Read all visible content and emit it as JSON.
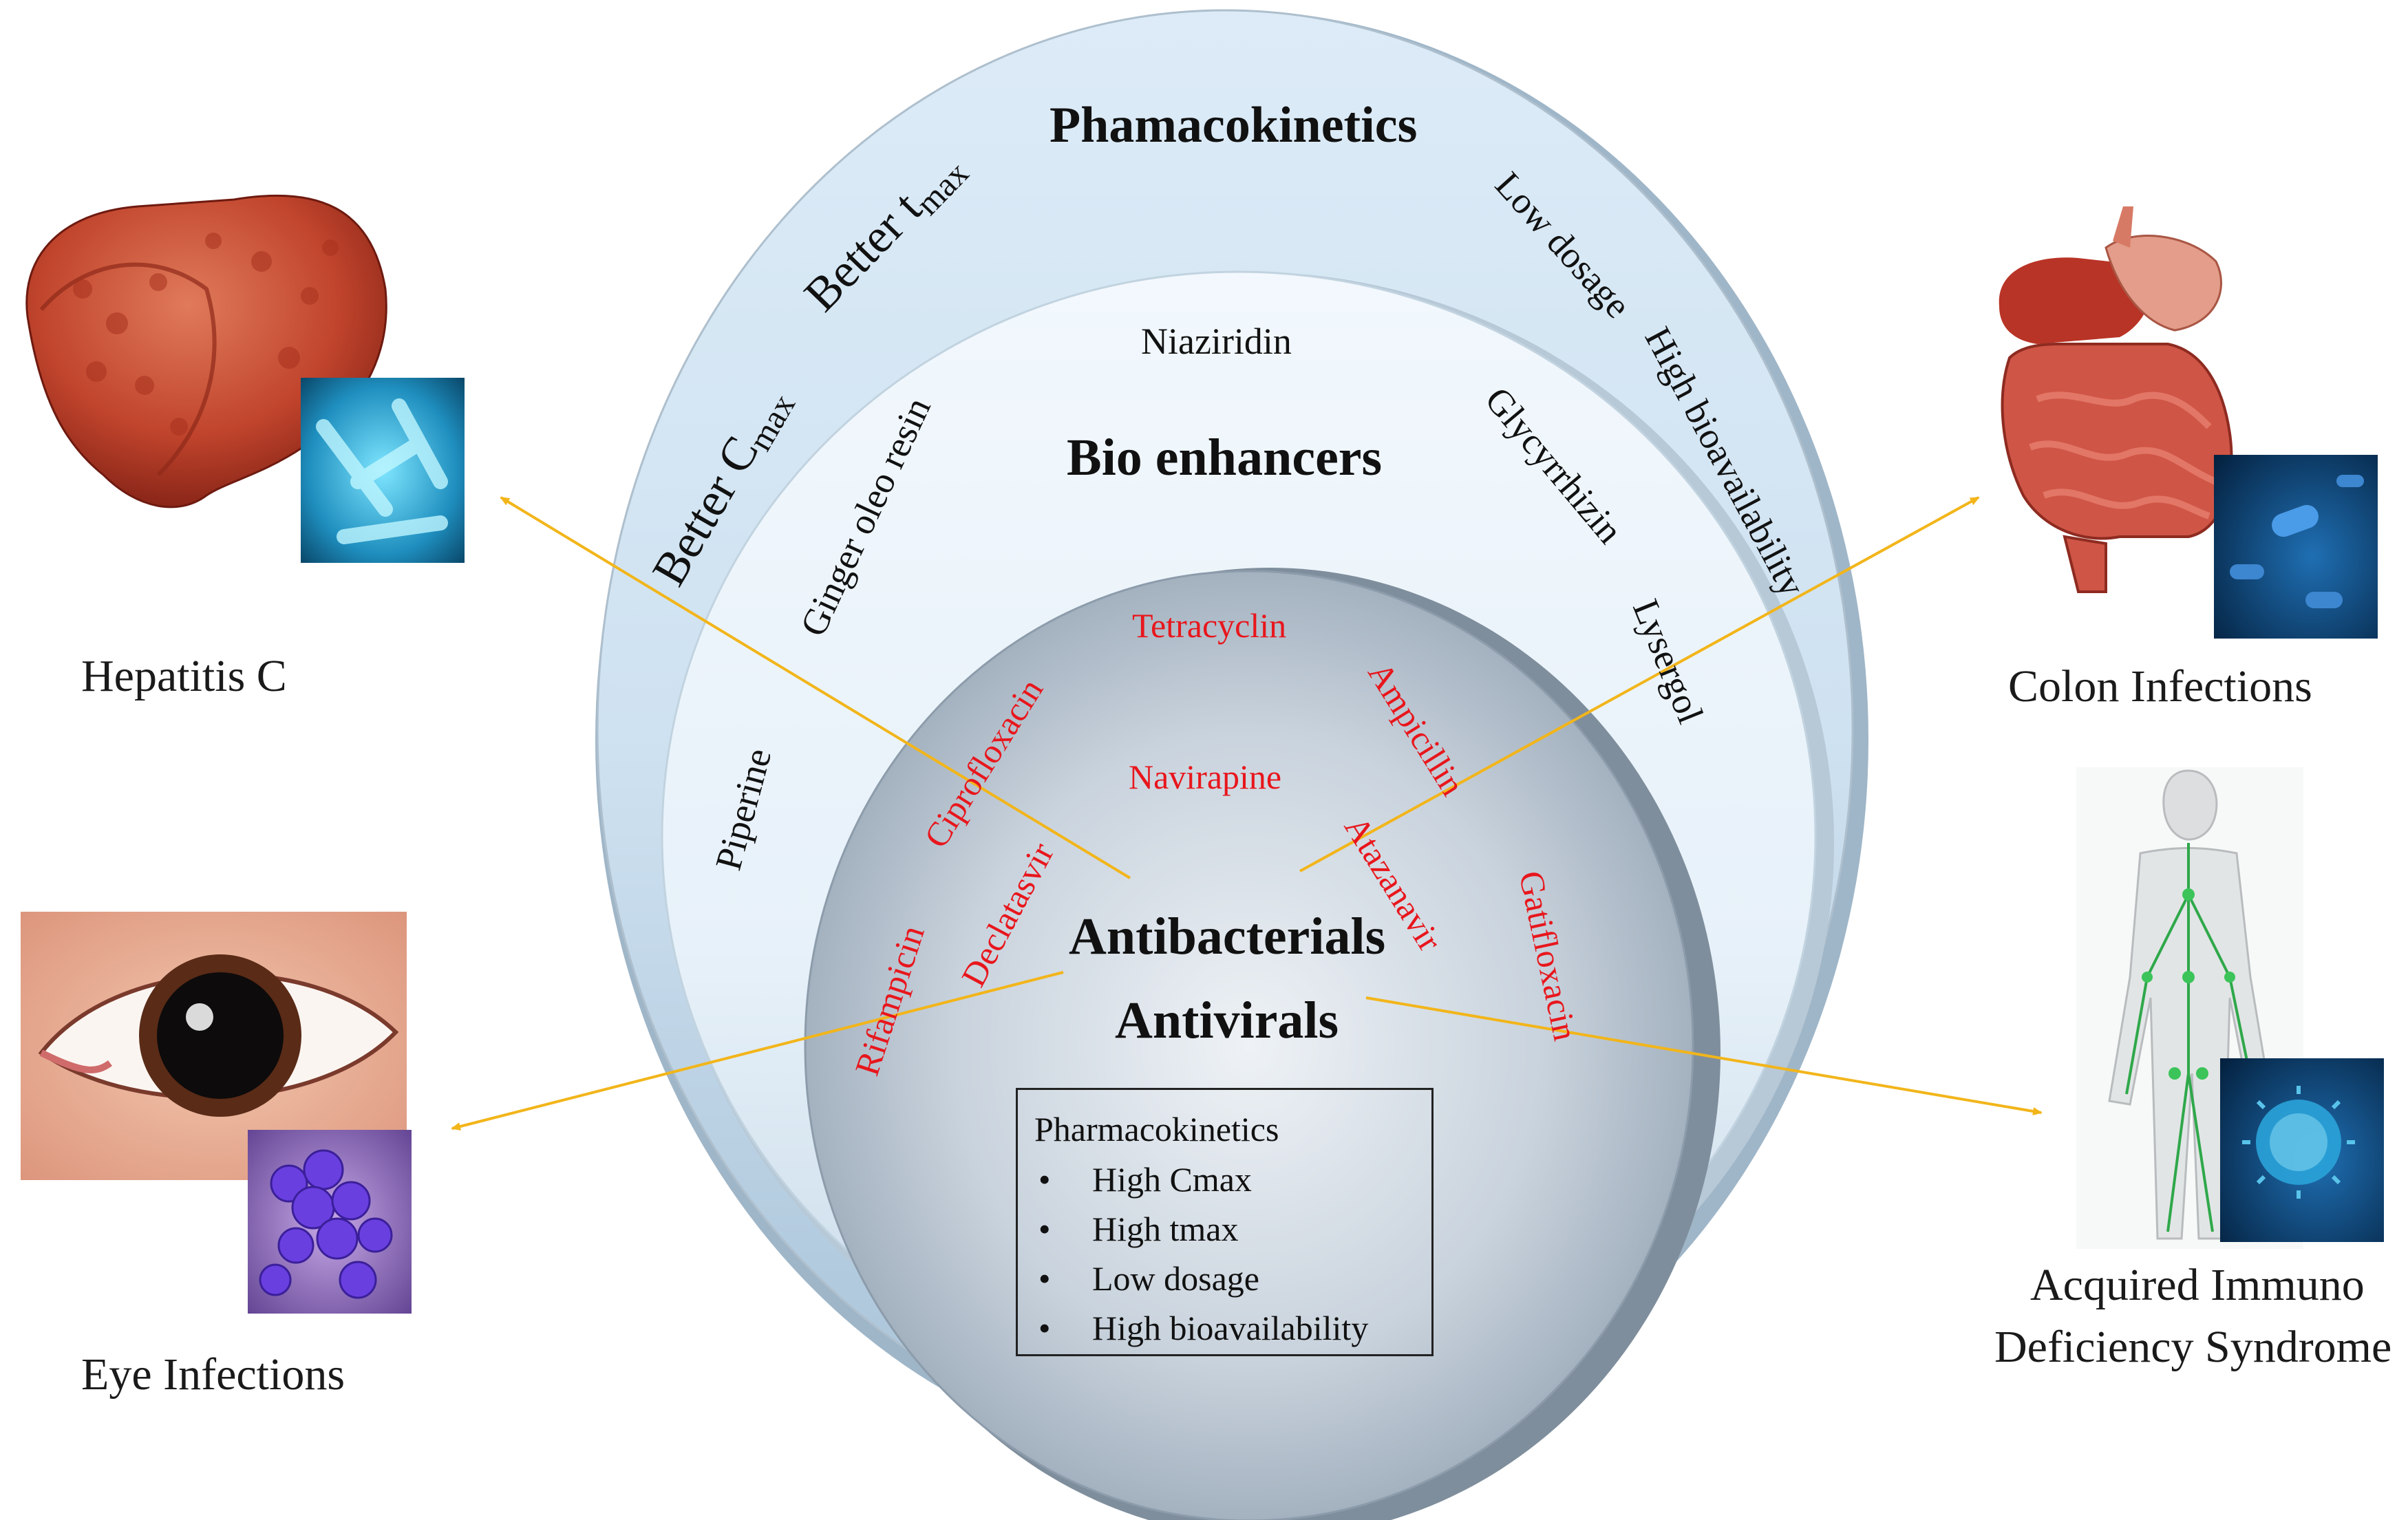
{
  "outer_ring": {
    "heading": "Phamacokinetics",
    "better_tmax": {
      "text": "Better t",
      "sub": "max"
    },
    "better_cmax": {
      "text": "Better C",
      "sub": "max"
    },
    "low_dosage": "Low dosage",
    "high_bioavailability": "High bioavailability"
  },
  "middle_ring": {
    "heading": "Bio enhancers",
    "items": [
      "Niaziridin",
      "Ginger oleo resin",
      "Glycyrrhizin",
      "Piperine",
      "Lysergol"
    ]
  },
  "inner_core": {
    "heading_1": "Antibacterials",
    "heading_2": "Antivirals",
    "drugs": [
      "Tetracyclin",
      "Ciprofloxacin",
      "Navirapine",
      "Ampicillin",
      "Declatasvir",
      "Atazanavir",
      "Rifampicin",
      "Gatifloxacin"
    ]
  },
  "pk_box": {
    "title": "Pharmacokinetics",
    "items": [
      "High Cmax",
      "High tmax",
      "Low dosage",
      "High bioavailability"
    ]
  },
  "conditions": {
    "hepatitis": "Hepatitis C",
    "eye": "Eye Infections",
    "colon": "Colon Infections",
    "aids_line1": "Acquired Immuno",
    "aids_line2": "Deficiency Syndrome"
  },
  "colors": {
    "drug_text": "#e8161c",
    "arrow": "#f2b51a",
    "outer_fill": "#c9dff0",
    "middle_fill": "#e6f1fa",
    "core_fill": "#9fb0c2"
  },
  "icons": [
    "liver-illustration",
    "bacteria-rods-image",
    "eye-photo",
    "cocci-bacteria-image",
    "digestive-system-illustration",
    "bacteria-image",
    "lymphatic-body-illustration",
    "virus-image"
  ]
}
